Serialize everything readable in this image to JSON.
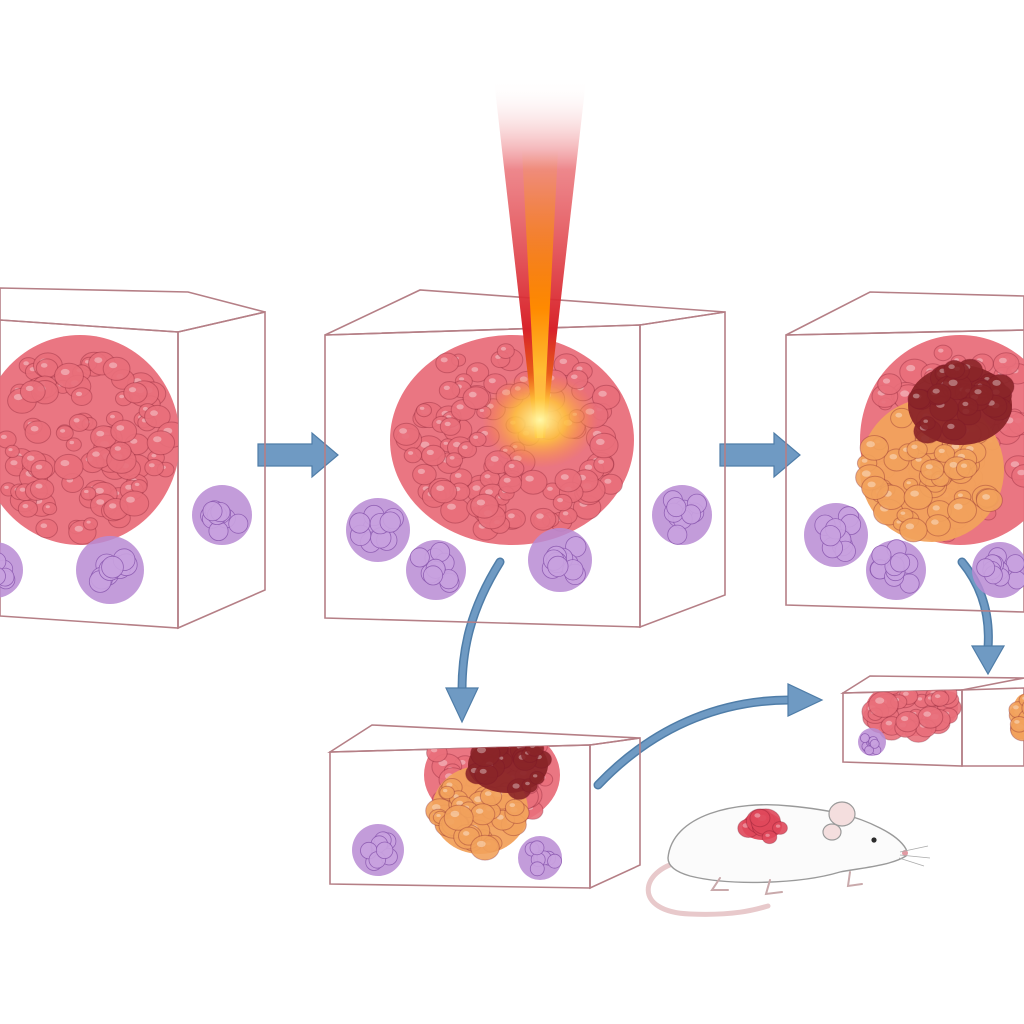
{
  "diagram": {
    "panels": [
      {
        "id": "untreated-tumor-block"
      },
      {
        "id": "laser-treatment-block"
      },
      {
        "id": "post-treatment-necrosis-block"
      },
      {
        "id": "excised-tissue-sample-block"
      },
      {
        "id": "transplanted-tissue-block"
      }
    ],
    "subject": {
      "id": "mouse-model"
    },
    "beam": {
      "id": "laser-beam"
    },
    "colors": {
      "background": "#ffffff",
      "tissue": "#f6c9c8",
      "tissue_side": "#f2b8b6",
      "tumor": "#e96f7b",
      "necrosis": "#8a2528",
      "ablated_zone": "#f2a25c",
      "immune_cluster": "#b98bd4",
      "arrow": "#6f9ac3",
      "beam_core": "#ffd23a",
      "beam_outer": "#d8232a"
    }
  }
}
